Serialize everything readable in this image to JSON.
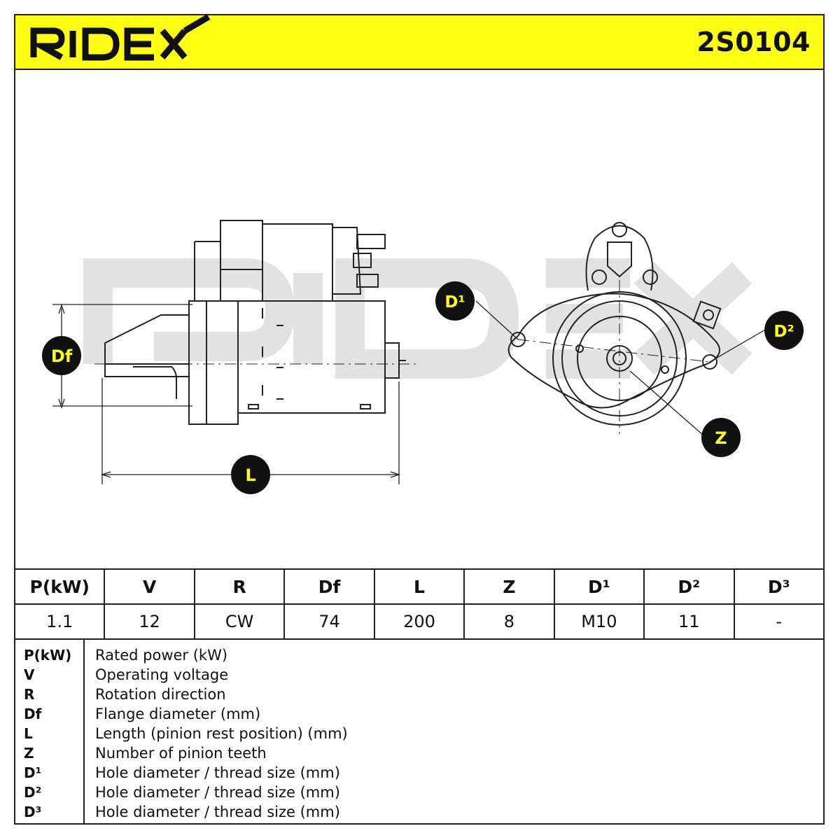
{
  "header": {
    "brand": "RIDEX",
    "part_number": "2S0104",
    "brand_color": "#ffff14"
  },
  "drawing": {
    "watermark": "RIDEX",
    "labels": {
      "df": "Df",
      "l": "L",
      "d1": "D¹",
      "d2": "D²",
      "z": "Z"
    }
  },
  "specs": {
    "headers": [
      "P(kW)",
      "V",
      "R",
      "Df",
      "L",
      "Z",
      "D¹",
      "D²",
      "D³"
    ],
    "values": [
      "1.1",
      "12",
      "CW",
      "74",
      "200",
      "8",
      "M10",
      "11",
      "-"
    ]
  },
  "legend": [
    {
      "symbol": "P(kW)",
      "description": "Rated power (kW)"
    },
    {
      "symbol": "V",
      "description": "Operating voltage"
    },
    {
      "symbol": "R",
      "description": "Rotation direction"
    },
    {
      "symbol": "Df",
      "description": "Flange diameter (mm)"
    },
    {
      "symbol": "L",
      "description": "Length (pinion rest position) (mm)"
    },
    {
      "symbol": "Z",
      "description": "Number of pinion teeth"
    },
    {
      "symbol": "D¹",
      "description": "Hole diameter / thread size (mm)"
    },
    {
      "symbol": "D²",
      "description": "Hole diameter / thread size (mm)"
    },
    {
      "symbol": "D³",
      "description": "Hole diameter / thread size (mm)"
    }
  ]
}
